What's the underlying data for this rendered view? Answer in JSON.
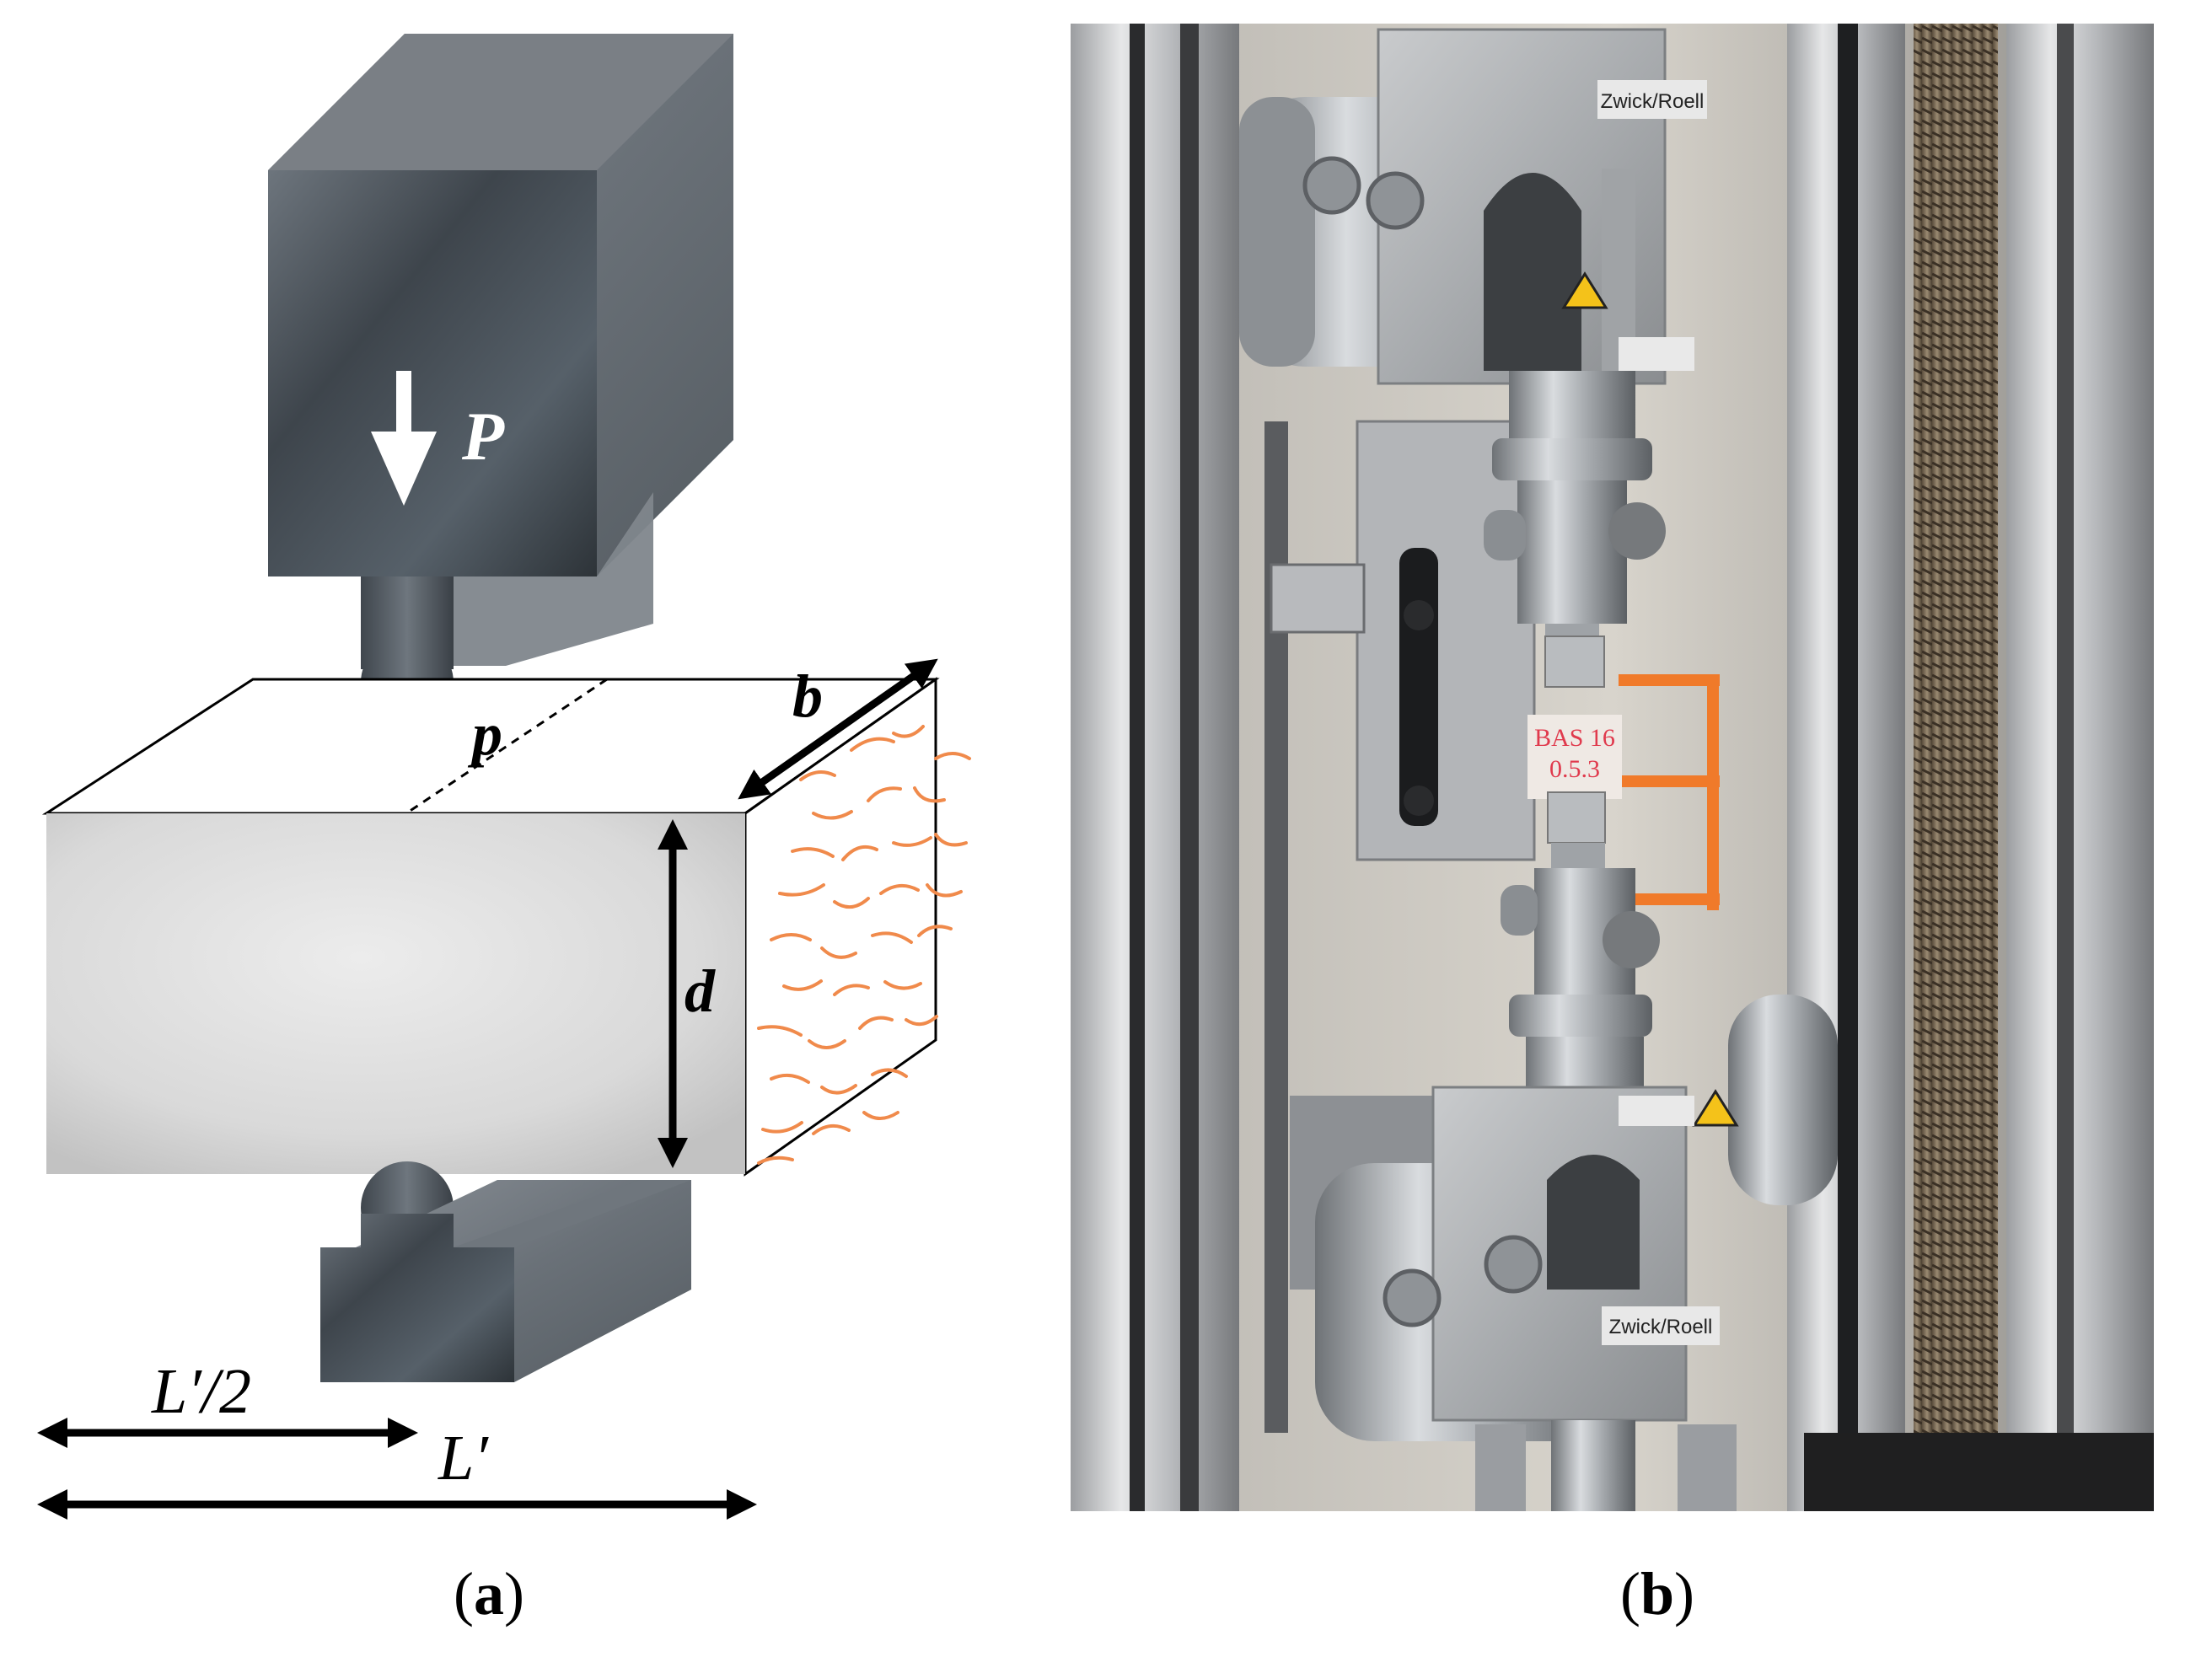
{
  "panel_a": {
    "load_label": "P",
    "load_point_label": "p",
    "width_label": "b",
    "depth_label": "d",
    "half_span_label": "L′/2",
    "span_label": "L′",
    "colors": {
      "fibers": "#f08a4b",
      "steel": "#4f5760",
      "beam": "#dcdcdc"
    }
  },
  "panel_b": {
    "brand_text": "Zwick/Roell",
    "specimen_label_line1": "BAS 16",
    "specimen_label_line2": "0.5.3",
    "colors": {
      "frame": "#c4c6c8",
      "shelf": "#f07a2a",
      "steel": "#9a9ea2"
    }
  },
  "captions": {
    "a": {
      "open": "(",
      "letter": "a",
      "close": ")"
    },
    "b": {
      "open": "(",
      "letter": "b",
      "close": ")"
    }
  }
}
